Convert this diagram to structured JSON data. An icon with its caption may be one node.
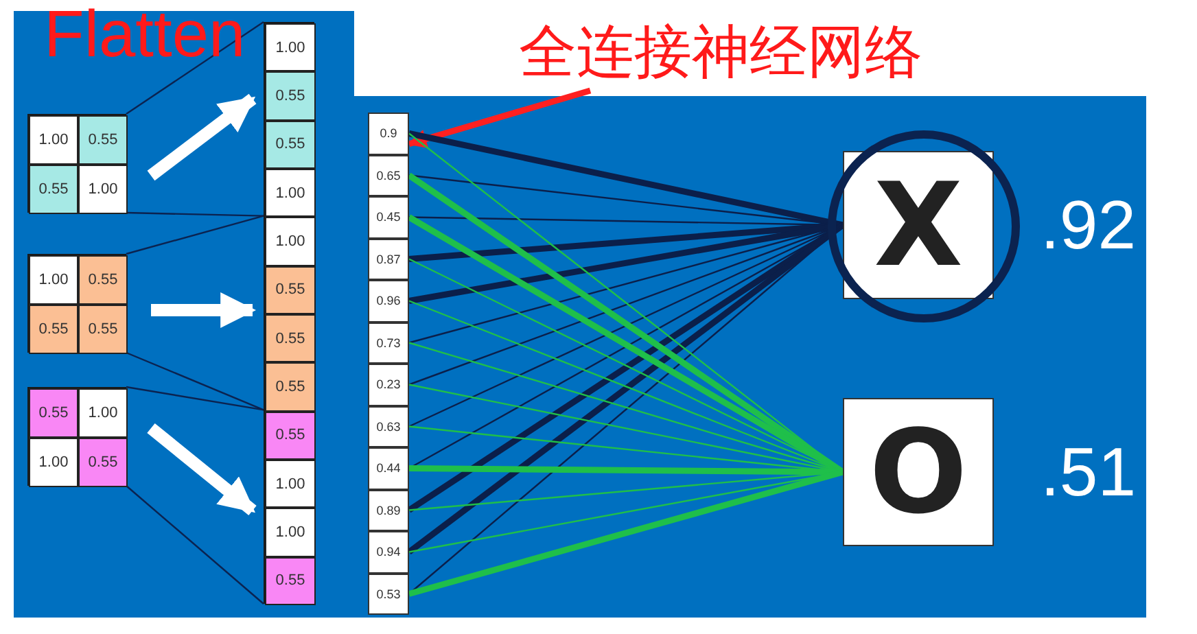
{
  "diagram": {
    "nodes": [
      {
        "text": [
          "全连接神经网络"
        ]
      },
      {
        "text": [],
        "shape": "box"
      },
      {
        "text": [
          "1.00"
        ],
        "in": 1
      },
      {
        "text": [
          "0.55"
        ],
        "in": 1
      },
      {
        "text": [
          "0.55"
        ],
        "in": 1
      },
      {
        "text": [
          "1.00"
        ],
        "in": 1
      },
      {
        "text": [],
        "shape": "box"
      },
      {
        "text": [
          "1.00"
        ],
        "in": 6
      },
      {
        "text": [
          "0.55"
        ],
        "in": 6
      },
      {
        "text": [
          "0.55"
        ],
        "in": 6
      },
      {
        "text": [
          "0.55"
        ],
        "in": 6
      },
      {
        "text": [],
        "shape": "box"
      },
      {
        "text": [
          "0.55"
        ],
        "in": 11
      },
      {
        "text": [
          "1.00"
        ],
        "in": 11
      },
      {
        "text": [
          "1.00"
        ],
        "in": 11
      },
      {
        "text": [
          "0.55"
        ],
        "in": 11
      },
      {
        "text": [],
        "shape": "box"
      },
      {
        "text": [
          "1.00"
        ],
        "in": 16
      },
      {
        "text": [
          "0.55"
        ],
        "in": 16
      },
      {
        "text": [
          "0.55"
        ],
        "in": 16
      },
      {
        "text": [
          "1.00"
        ],
        "in": 16
      },
      {
        "text": [
          "1.00"
        ],
        "in": 16
      },
      {
        "text": [
          "0.55"
        ],
        "in": 16
      },
      {
        "text": [
          "0.55"
        ],
        "in": 16
      },
      {
        "text": [
          "0.55"
        ],
        "in": 16
      },
      {
        "text": [
          "0.55"
        ],
        "in": 16
      },
      {
        "text": [
          "1.00"
        ],
        "in": 16
      },
      {
        "text": [
          "1.00"
        ],
        "in": 16
      },
      {
        "text": [
          "0.55"
        ],
        "in": 16
      },
      {
        "text": [
          "0.9"
        ]
      },
      {
        "text": [
          "0.65"
        ]
      },
      {
        "text": [
          "0.45"
        ]
      },
      {
        "text": [
          "0.87"
        ]
      },
      {
        "text": [
          "0.96"
        ]
      },
      {
        "text": [
          "0.73"
        ]
      },
      {
        "text": [
          "0.23"
        ]
      },
      {
        "text": [
          "0.63"
        ]
      },
      {
        "text": [
          "0.44"
        ]
      },
      {
        "text": [
          "0.89"
        ]
      },
      {
        "text": [
          "0.94"
        ]
      },
      {
        "text": [
          "0.53"
        ]
      },
      {
        "text": [
          "X"
        ],
        "beside": [
          ".92"
        ]
      },
      {
        "text": [
          "O"
        ],
        "beside": [
          ".51"
        ]
      }
    ],
    "edges": [
      {
        "from": 0,
        "to": 29,
        "arrow": "to",
        "style": "thick",
        "color": "#ff2020"
      },
      {
        "from": 1,
        "to": 17,
        "arrow": "none",
        "color": "#0b2350"
      },
      {
        "from": 1,
        "to": 20,
        "arrow": "none",
        "color": "#0b2350"
      },
      {
        "from": 6,
        "to": 21,
        "arrow": "none",
        "color": "#0b2350"
      },
      {
        "from": 6,
        "to": 24,
        "arrow": "none",
        "color": "#0b2350"
      },
      {
        "from": 11,
        "to": 25,
        "arrow": "none",
        "color": "#0b2350"
      },
      {
        "from": 11,
        "to": 28,
        "arrow": "none",
        "color": "#0b2350"
      },
      {
        "from": 1,
        "to": 16,
        "arrow": "to",
        "style": "thick",
        "color": "#ffffff"
      },
      {
        "from": 6,
        "to": 16,
        "arrow": "to",
        "style": "thick",
        "color": "#ffffff"
      },
      {
        "from": 11,
        "to": 16,
        "arrow": "to",
        "style": "thick",
        "color": "#ffffff"
      },
      {
        "from": 29,
        "to": 41,
        "arrow": "none",
        "style": "thick",
        "color": "#0b1f4a"
      },
      {
        "from": 30,
        "to": 41,
        "arrow": "none",
        "color": "#0b1f4a"
      },
      {
        "from": 31,
        "to": 41,
        "arrow": "none",
        "color": "#0b1f4a"
      },
      {
        "from": 32,
        "to": 41,
        "arrow": "none",
        "style": "thick",
        "color": "#0b1f4a"
      },
      {
        "from": 33,
        "to": 41,
        "arrow": "none",
        "style": "thick",
        "color": "#0b1f4a"
      },
      {
        "from": 34,
        "to": 41,
        "arrow": "none",
        "color": "#0b1f4a"
      },
      {
        "from": 35,
        "to": 41,
        "arrow": "none",
        "color": "#0b1f4a"
      },
      {
        "from": 36,
        "to": 41,
        "arrow": "none",
        "color": "#0b1f4a"
      },
      {
        "from": 37,
        "to": 41,
        "arrow": "none",
        "color": "#0b1f4a"
      },
      {
        "from": 38,
        "to": 41,
        "arrow": "none",
        "style": "thick",
        "color": "#0b1f4a"
      },
      {
        "from": 39,
        "to": 41,
        "arrow": "none",
        "style": "thick",
        "color": "#0b1f4a"
      },
      {
        "from": 40,
        "to": 41,
        "arrow": "none",
        "color": "#0b1f4a"
      },
      {
        "from": 29,
        "to": 42,
        "arrow": "none",
        "color": "#1fbf4a"
      },
      {
        "from": 30,
        "to": 42,
        "arrow": "none",
        "style": "thick",
        "color": "#1fbf4a"
      },
      {
        "from": 31,
        "to": 42,
        "arrow": "none",
        "style": "thick",
        "color": "#1fbf4a"
      },
      {
        "from": 32,
        "to": 42,
        "arrow": "none",
        "color": "#1fbf4a"
      },
      {
        "from": 33,
        "to": 42,
        "arrow": "none",
        "color": "#1fbf4a"
      },
      {
        "from": 34,
        "to": 42,
        "arrow": "none",
        "color": "#1fbf4a"
      },
      {
        "from": 35,
        "to": 42,
        "arrow": "none",
        "color": "#1fbf4a"
      },
      {
        "from": 36,
        "to": 42,
        "arrow": "none",
        "color": "#1fbf4a"
      },
      {
        "from": 37,
        "to": 42,
        "arrow": "none",
        "style": "thick",
        "color": "#1fbf4a"
      },
      {
        "from": 38,
        "to": 42,
        "arrow": "none",
        "color": "#1fbf4a"
      },
      {
        "from": 39,
        "to": 42,
        "arrow": "none",
        "color": "#1fbf4a"
      },
      {
        "from": 40,
        "to": 42,
        "arrow": "none",
        "style": "thick",
        "color": "#1fbf4a"
      }
    ],
    "labels": [
      "Flatten"
    ]
  }
}
